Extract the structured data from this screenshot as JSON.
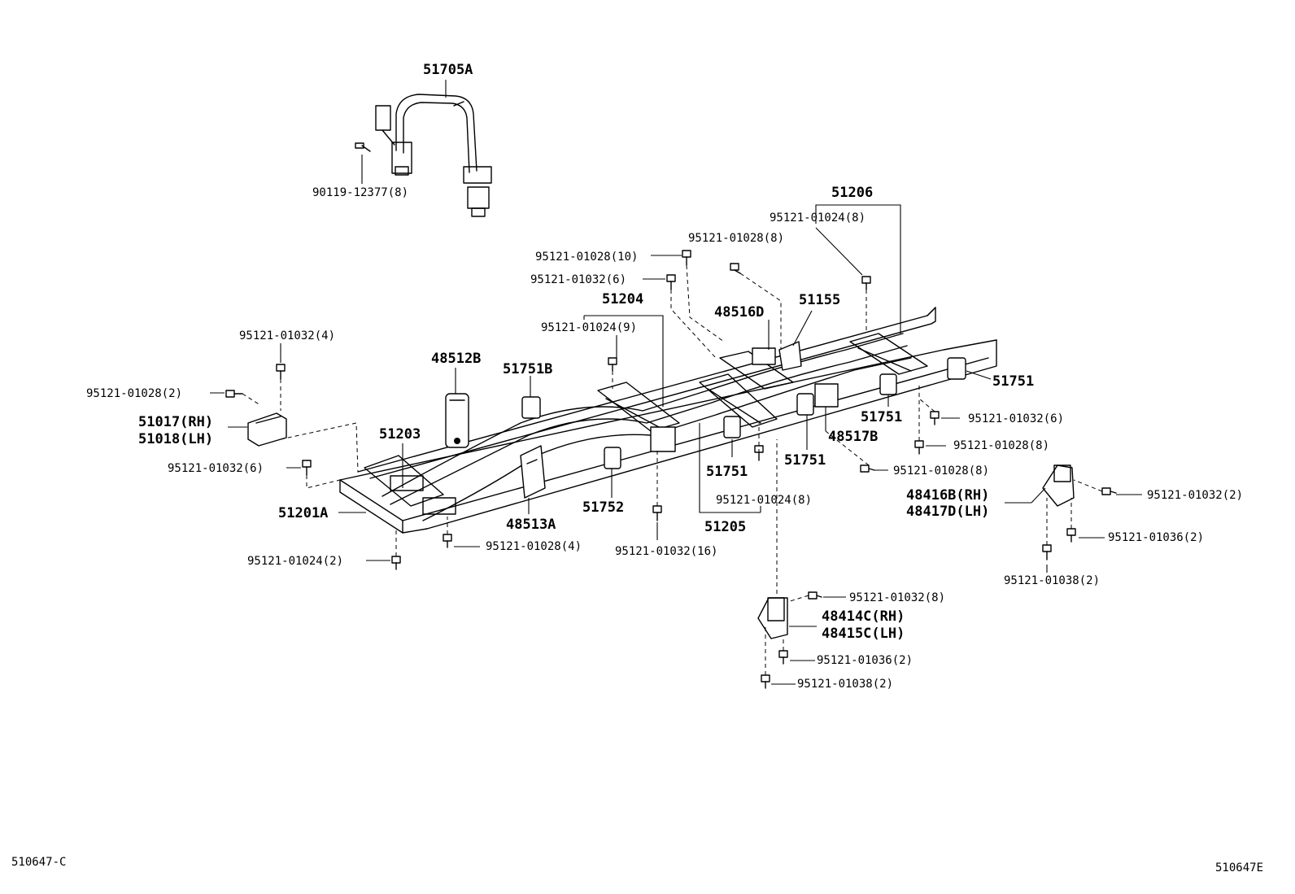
{
  "diagram": {
    "labels": {
      "p51705A": "51705A",
      "p90119_12377": "90119-12377(8)",
      "p51206": "51206",
      "p95121_01024_8a": "95121-01024(8)",
      "p95121_01028_8a": "95121-01028(8)",
      "p95121_01028_10": "95121-01028(10)",
      "p95121_01032_6a": "95121-01032(6)",
      "p51204": "51204",
      "p48516D": "48516D",
      "p51155": "51155",
      "p95121_01024_9": "95121-01024(9)",
      "p95121_01032_4": "95121-01032(4)",
      "p48512B": "48512B",
      "p51751B": "51751B",
      "p51751_a": "51751",
      "p95121_01028_2": "95121-01028(2)",
      "p51017": "51017(RH)",
      "p51018": "51018(LH)",
      "p51203": "51203",
      "p51751_b": "51751",
      "p95121_01032_6b": "95121-01032(6)",
      "p48517B": "48517B",
      "p95121_01028_8b": "95121-01028(8)",
      "p95121_01032_6c": "95121-01032(6)",
      "p51751_c": "51751",
      "p51751_d": "51751",
      "p95121_01028_8c": "95121-01028(8)",
      "p48416B": "48416B(RH)",
      "p48417D": "48417D(LH)",
      "p95121_01032_2": "95121-01032(2)",
      "p51201A": "51201A",
      "p48513A": "48513A",
      "p51752": "51752",
      "p95121_01024_8b": "95121-01024(8)",
      "p51205": "51205",
      "p95121_01036_2a": "95121-01036(2)",
      "p95121_01024_2": "95121-01024(2)",
      "p95121_01028_4": "95121-01028(4)",
      "p95121_01032_16": "95121-01032(16)",
      "p95121_01038_2a": "95121-01038(2)",
      "p95121_01032_8": "95121-01032(8)",
      "p48414C": "48414C(RH)",
      "p48415C": "48415C(LH)",
      "p95121_01036_2b": "95121-01036(2)",
      "p95121_01038_2b": "95121-01038(2)"
    },
    "footer": {
      "left_code": "510647-C",
      "right_code": "510647E"
    }
  }
}
